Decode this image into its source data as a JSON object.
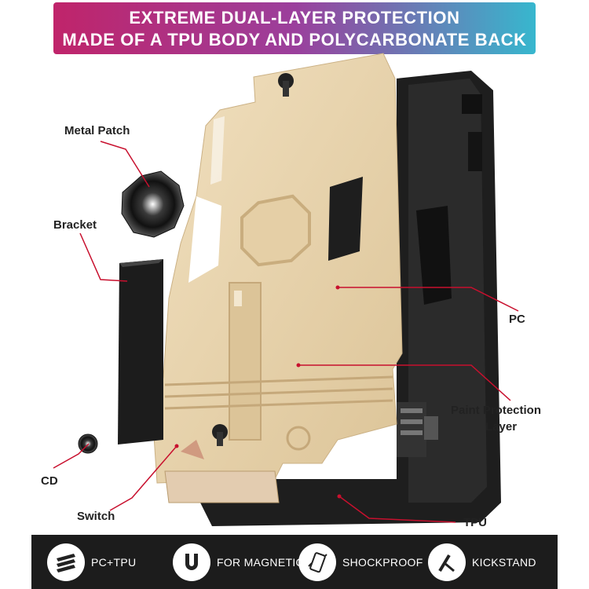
{
  "banner": {
    "line1": "EXTREME DUAL-LAYER PROTECTION",
    "line2": "MADE OF A TPU BODY AND POLYCARBONATE BACK"
  },
  "labels": {
    "metal_patch": "Metal Patch",
    "bracket": "Bracket",
    "cd": "CD",
    "switch": "Switch",
    "pc": "PC",
    "paint_protection_line1": "Paint Protection",
    "paint_protection_line2": "Layer",
    "tpu": "TPU"
  },
  "features": [
    {
      "label": "PC+TPU",
      "icon": "layers-icon"
    },
    {
      "label": "FOR MAGNETIC",
      "icon": "magnet-icon"
    },
    {
      "label": "SHOCKPROOF",
      "icon": "shockproof-icon"
    },
    {
      "label": "KICKSTAND",
      "icon": "kickstand-icon"
    }
  ],
  "colors": {
    "case_gold": "#e8d3ac",
    "tpu_black": "#1e1e1e",
    "callout_red": "#c8102e",
    "banner_start": "#c0246a",
    "banner_end": "#37b7ce"
  }
}
